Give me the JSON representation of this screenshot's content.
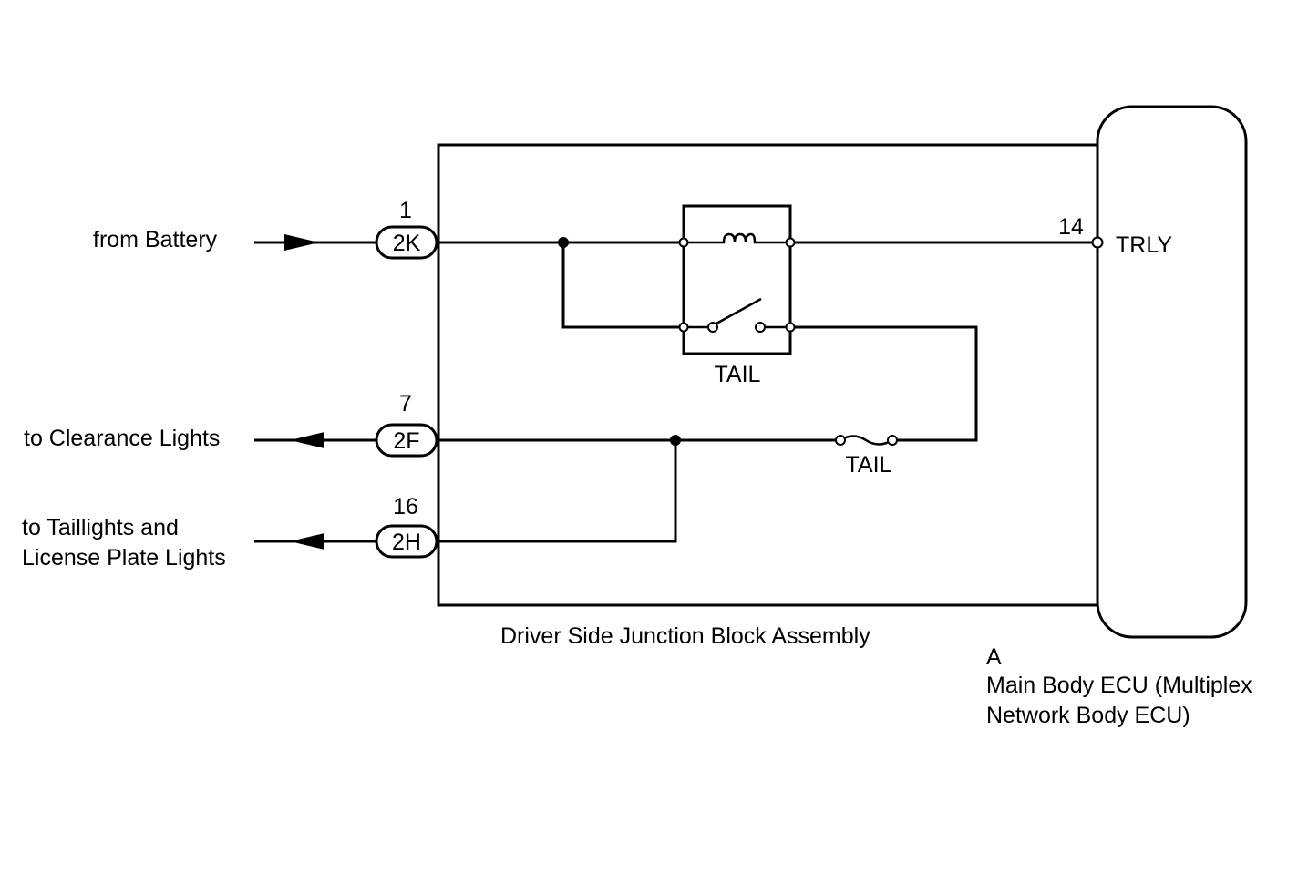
{
  "inputs": {
    "battery": {
      "label": "from Battery",
      "pin": "1",
      "connector": "2K"
    },
    "clearance": {
      "label": "to Clearance Lights",
      "pin": "7",
      "connector": "2F"
    },
    "taillights": {
      "label_line1": "to Taillights and",
      "label_line2": "License Plate Lights",
      "pin": "16",
      "connector": "2H"
    }
  },
  "junction_block": {
    "name": "Driver Side Junction Block Assembly",
    "relay_label": "TAIL",
    "fuse_label": "TAIL"
  },
  "ecu": {
    "pin": "14",
    "terminal": "TRLY",
    "ref_letter": "A",
    "name_line1": "Main Body ECU (Multiplex",
    "name_line2": "Network Body ECU)"
  }
}
